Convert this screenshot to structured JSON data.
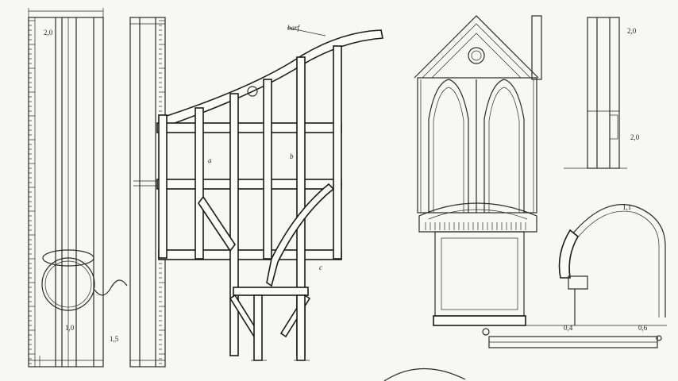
{
  "labels": {
    "left_top": "2,0",
    "left_bottom": "1,0",
    "left_side_vertical": "1,5",
    "timber_beam": "barf",
    "timber_panel_a": "a",
    "timber_panel_b": "b",
    "timber_panel_c": "c",
    "right_top": "2,0",
    "right_mid": "2,0",
    "arch_top": "1,1",
    "base_a": "0,4",
    "base_b": "0,6"
  }
}
